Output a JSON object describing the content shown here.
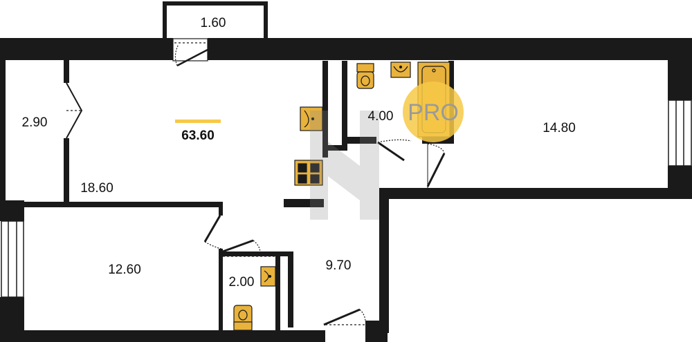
{
  "plan": {
    "total_area": "63.60",
    "badge": "PRO",
    "accent_color": "#f7c948",
    "fixture_color": "#e8b23c",
    "wall_color": "#1a1a1a",
    "rooms": [
      {
        "id": "balcony",
        "area": "1.60"
      },
      {
        "id": "loggia",
        "area": "2.90"
      },
      {
        "id": "living-kitchen",
        "area": "18.60"
      },
      {
        "id": "bathroom",
        "area": "4.00"
      },
      {
        "id": "bedroom-right",
        "area": "14.80"
      },
      {
        "id": "bedroom-left",
        "area": "12.60"
      },
      {
        "id": "wc",
        "area": "2.00"
      },
      {
        "id": "hallway",
        "area": "9.70"
      }
    ]
  }
}
